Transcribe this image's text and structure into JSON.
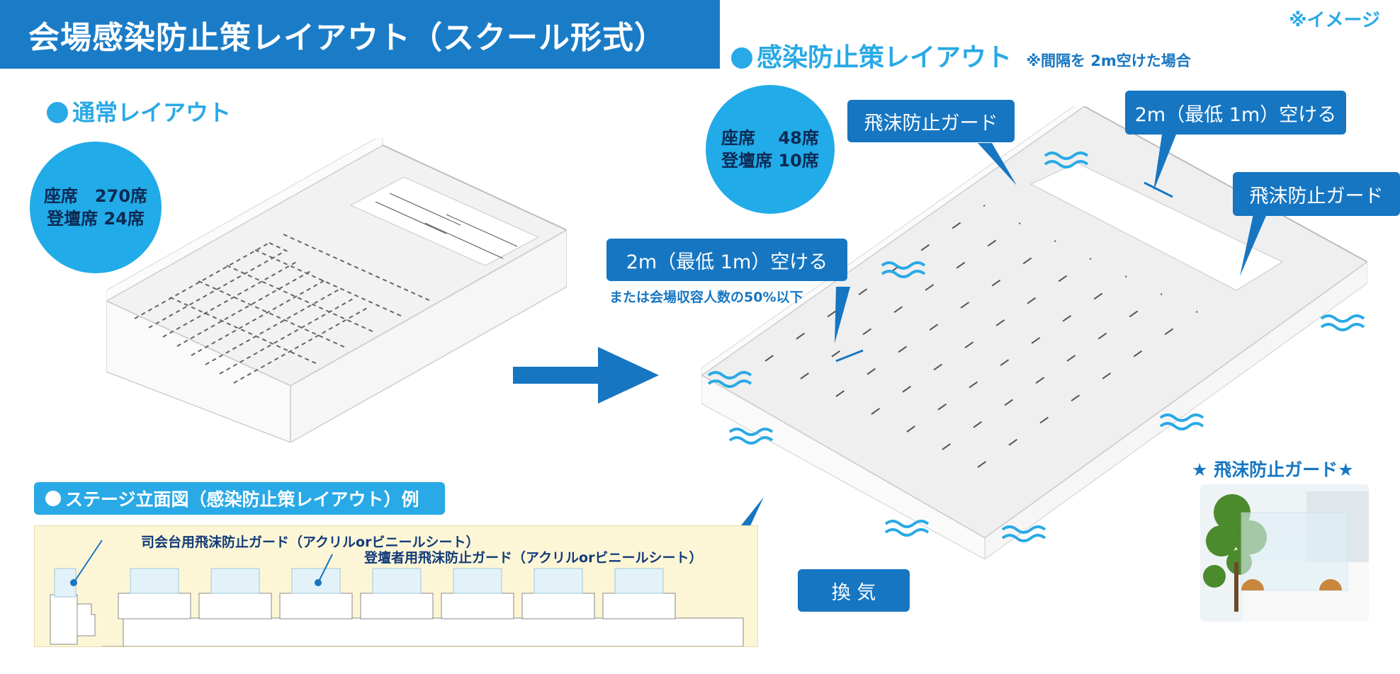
{
  "title": "会場感染防止策レイアウト（スクール形式）",
  "image_note": "※イメージ",
  "normal": {
    "heading": "通常レイアウト",
    "seats_line1": "座席　270席",
    "seats_line2": "登壇席 24席"
  },
  "covid": {
    "heading": "感染防止策レイアウト",
    "heading_note": "※間隔を 2m空けた場合",
    "seats_line1": "座席　 48席",
    "seats_line2": "登壇席 10席",
    "label_guard_top": "飛沫防止ガード",
    "label_spacing_top": "2m（最低 1m）空ける",
    "label_guard_right": "飛沫防止ガード",
    "label_spacing_left": "2m（最低 1m）空ける",
    "label_spacing_sub": "または会場収容人数の50%以下",
    "label_ventilation": "換 気"
  },
  "stage": {
    "heading": "ステージ立面図（感染防止策レイアウト）例",
    "note_mc": "司会台用飛沫防止ガード（アクリルorビニールシート）",
    "note_panel": "登壇者用飛沫防止ガード（アクリルorビニールシート）"
  },
  "photo": {
    "title": "★ 飛沫防止ガード★"
  },
  "colors": {
    "title_bar": "#1a7cc7",
    "accent": "#29a9e6",
    "label": "#1676c2",
    "stage_bg": "#fdf6d6"
  }
}
